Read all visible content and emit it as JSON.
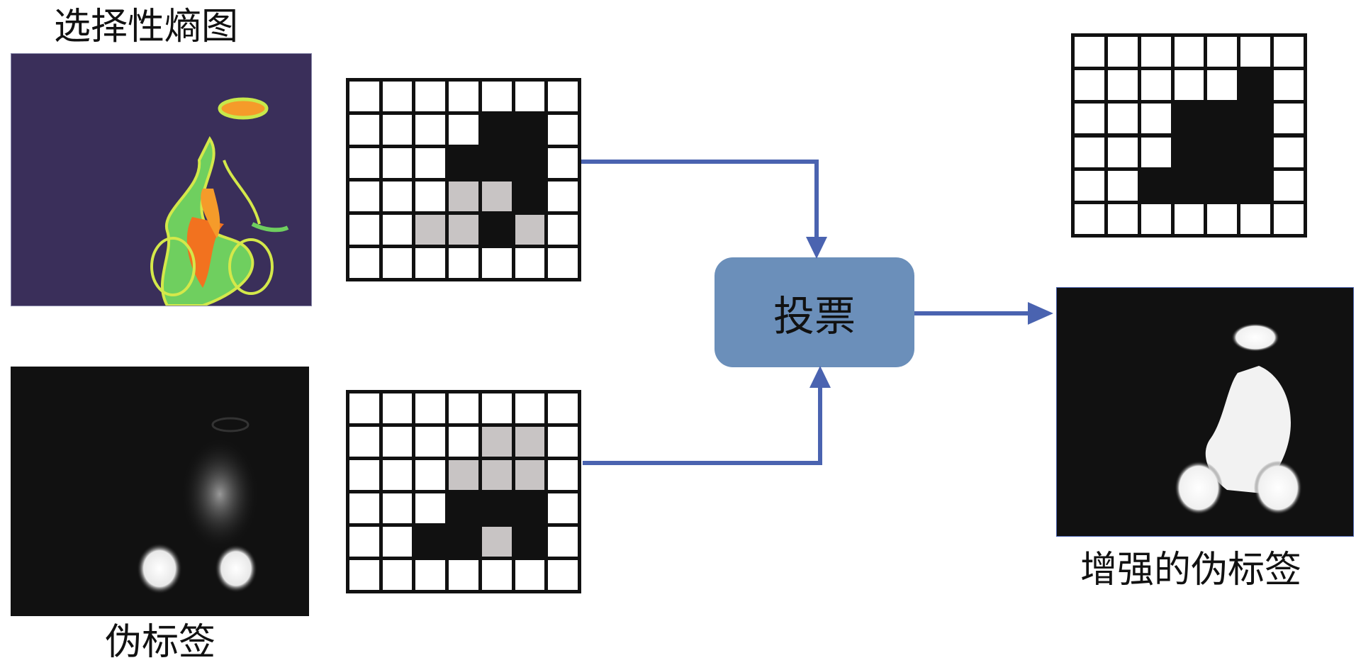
{
  "labels": {
    "entropy_map": "选择性熵图",
    "pseudo_label": "伪标签",
    "vote": "投票",
    "enhanced_label": "增强的伪标签"
  },
  "colors": {
    "grid_line": "#111111",
    "cell_white": "#ffffff",
    "cell_black": "#111111",
    "cell_gray": "#c8c4c4",
    "arrow": "#4a63b0",
    "vote_box": "#6b8fba",
    "entropy_bg": "#3a2f5a",
    "image_bg": "#111111"
  },
  "grids": {
    "top": [
      "wwwwwww",
      "wwwwbbw",
      "wwwbbbw",
      "wwwggbw",
      "wwggbgw",
      "wwwwwww"
    ],
    "bottom": [
      "wwwwwww",
      "wwwwggw",
      "wwwgggw",
      "wwwbbbw",
      "wwbbgbw",
      "wwwwwww"
    ],
    "result": [
      "wwwwwww",
      "wwwwwbw",
      "wwwbbbw",
      "wwwbbbw",
      "wwbbbbw",
      "wwwwwww"
    ]
  }
}
